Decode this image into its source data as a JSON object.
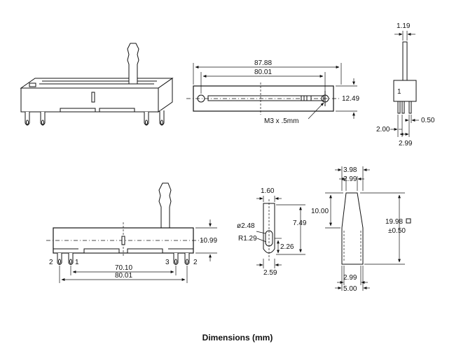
{
  "caption": "Dimensions (mm)",
  "top_front": {
    "dim_total": "87.88",
    "dim_mount": "80.01",
    "dim_height": "12.49",
    "thread_note": "M3 x .5mm"
  },
  "top_side": {
    "dim_lever": "1.19",
    "dim_pin_spacing": "2.00",
    "dim_pin": "0.50",
    "dim_width": "2.99",
    "mark": "1"
  },
  "bottom_front": {
    "dim_height": "10.99",
    "dim_pins_inner": "70.10",
    "dim_pins_outer": "80.01",
    "pin_labels": [
      "2",
      "1",
      "3",
      "2"
    ]
  },
  "bottom_pin": {
    "dim_top": "1.60",
    "dim_hole": "ø2.48",
    "dim_radius": "R1.29",
    "dim_len": "7.49",
    "dim_slot": "2.26",
    "dim_bottom": "2.59"
  },
  "bottom_lever": {
    "dim_top_w": "3.98",
    "dim_top_inner": "2.99",
    "dim_upper": "10.00",
    "dim_total": "19.98",
    "dim_tol": "±0.50",
    "dim_bot_inner": "2.99",
    "dim_bot_w": "5.00"
  }
}
